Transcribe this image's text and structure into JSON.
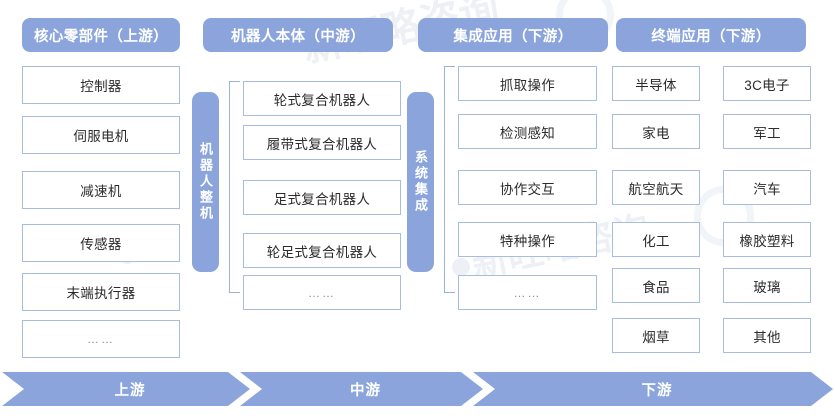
{
  "theme": {
    "accent": "#8ba5dc",
    "box_border": "#a8bcdb",
    "box_bg": "#ffffff",
    "text": "#2b2b2b",
    "page_bg": "#ffffff"
  },
  "watermark": {
    "text_a": "新旺略咨询",
    "text_b": "新旺略咨询"
  },
  "columns": [
    {
      "key": "upstream_parts",
      "header": "核心零部件（上游）",
      "items": [
        {
          "label": "控制器",
          "ellipsis": false
        },
        {
          "label": "伺服电机",
          "ellipsis": false
        },
        {
          "label": "减速机",
          "ellipsis": false
        },
        {
          "label": "传感器",
          "ellipsis": false
        },
        {
          "label": "末端执行器",
          "ellipsis": false
        },
        {
          "label": "……",
          "ellipsis": true
        }
      ]
    },
    {
      "key": "robot_body",
      "header": "机器人本体（中游）",
      "vertical_label": "机器人整机",
      "items": [
        {
          "label": "轮式复合机器人",
          "ellipsis": false
        },
        {
          "label": "履带式复合机器人",
          "ellipsis": false
        },
        {
          "label": "足式复合机器人",
          "ellipsis": false
        },
        {
          "label": "轮足式复合机器人",
          "ellipsis": false
        },
        {
          "label": "……",
          "ellipsis": true
        }
      ]
    },
    {
      "key": "integrated_application",
      "header": "集成应用（下游）",
      "vertical_label": "系统集成",
      "items": [
        {
          "label": "抓取操作",
          "ellipsis": false
        },
        {
          "label": "检测感知",
          "ellipsis": false
        },
        {
          "label": "协作交互",
          "ellipsis": false
        },
        {
          "label": "特种操作",
          "ellipsis": false
        },
        {
          "label": "……",
          "ellipsis": true
        }
      ]
    },
    {
      "key": "terminal_application",
      "header": "终端应用（下游）",
      "items_left": [
        {
          "label": "半导体",
          "ellipsis": false
        },
        {
          "label": "家电",
          "ellipsis": false
        },
        {
          "label": "航空航天",
          "ellipsis": false
        },
        {
          "label": "化工",
          "ellipsis": false
        },
        {
          "label": "食品",
          "ellipsis": false
        },
        {
          "label": "烟草",
          "ellipsis": false
        }
      ],
      "items_right": [
        {
          "label": "3C电子",
          "ellipsis": false
        },
        {
          "label": "军工",
          "ellipsis": false
        },
        {
          "label": "汽车",
          "ellipsis": false
        },
        {
          "label": "橡胶塑料",
          "ellipsis": false
        },
        {
          "label": "玻璃",
          "ellipsis": false
        },
        {
          "label": "其他",
          "ellipsis": false
        }
      ]
    }
  ],
  "flow_bar": {
    "stages": [
      {
        "label": "上游"
      },
      {
        "label": "中游"
      },
      {
        "label": "下游"
      }
    ]
  }
}
